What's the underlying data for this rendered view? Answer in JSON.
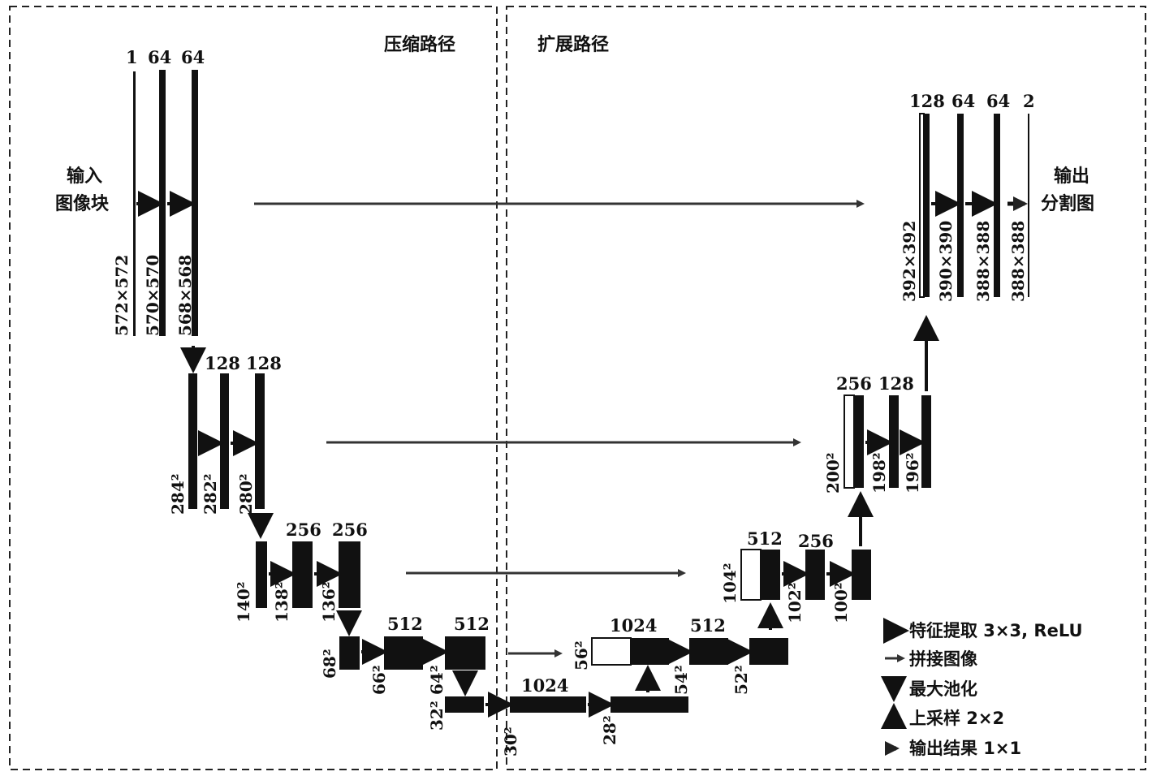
{
  "header": {
    "contracting_label": "压缩路径",
    "expanding_label": "扩展路径"
  },
  "input_label": [
    "输入",
    "图像块"
  ],
  "output_label": [
    "输出",
    "分割图"
  ],
  "channels": {
    "l1": [
      "1",
      "64",
      "64"
    ],
    "l2": [
      "128",
      "128"
    ],
    "l3": [
      "256",
      "256"
    ],
    "l4a": "512",
    "l4b": "512",
    "l5": "1024",
    "r5": "1024",
    "r4": "512",
    "r3a": "512",
    "r3b": "256",
    "r2": [
      "256",
      "128"
    ],
    "r1": [
      "128",
      "64",
      "64",
      "2"
    ]
  },
  "sizes": {
    "l1": [
      "572×572",
      "570×570",
      "568×568"
    ],
    "l2": [
      "284²",
      "282²",
      "280²"
    ],
    "l3": [
      "140²",
      "138²",
      "136²"
    ],
    "l4": [
      "68²",
      "66²",
      "64²"
    ],
    "l5": [
      "32²",
      "30²",
      "28²"
    ],
    "r5": "56²",
    "r5b": [
      "54²",
      "52²"
    ],
    "r4": [
      "104²",
      "102²",
      "100²"
    ],
    "r3": [
      "200²",
      "198²",
      "196²"
    ],
    "r1": [
      "392×392",
      "390×390",
      "388×388",
      "388×388"
    ]
  },
  "legend": [
    {
      "icon": "conv-arrow-icon",
      "text": "特征提取 3×3, ReLU"
    },
    {
      "icon": "concat-arrow-icon",
      "text": "拼接图像"
    },
    {
      "icon": "maxpool-arrow-icon",
      "text": "最大池化"
    },
    {
      "icon": "upsample-arrow-icon",
      "text": "上采样 2×2"
    },
    {
      "icon": "output-arrow-icon",
      "text": "输出结果 1×1"
    }
  ]
}
